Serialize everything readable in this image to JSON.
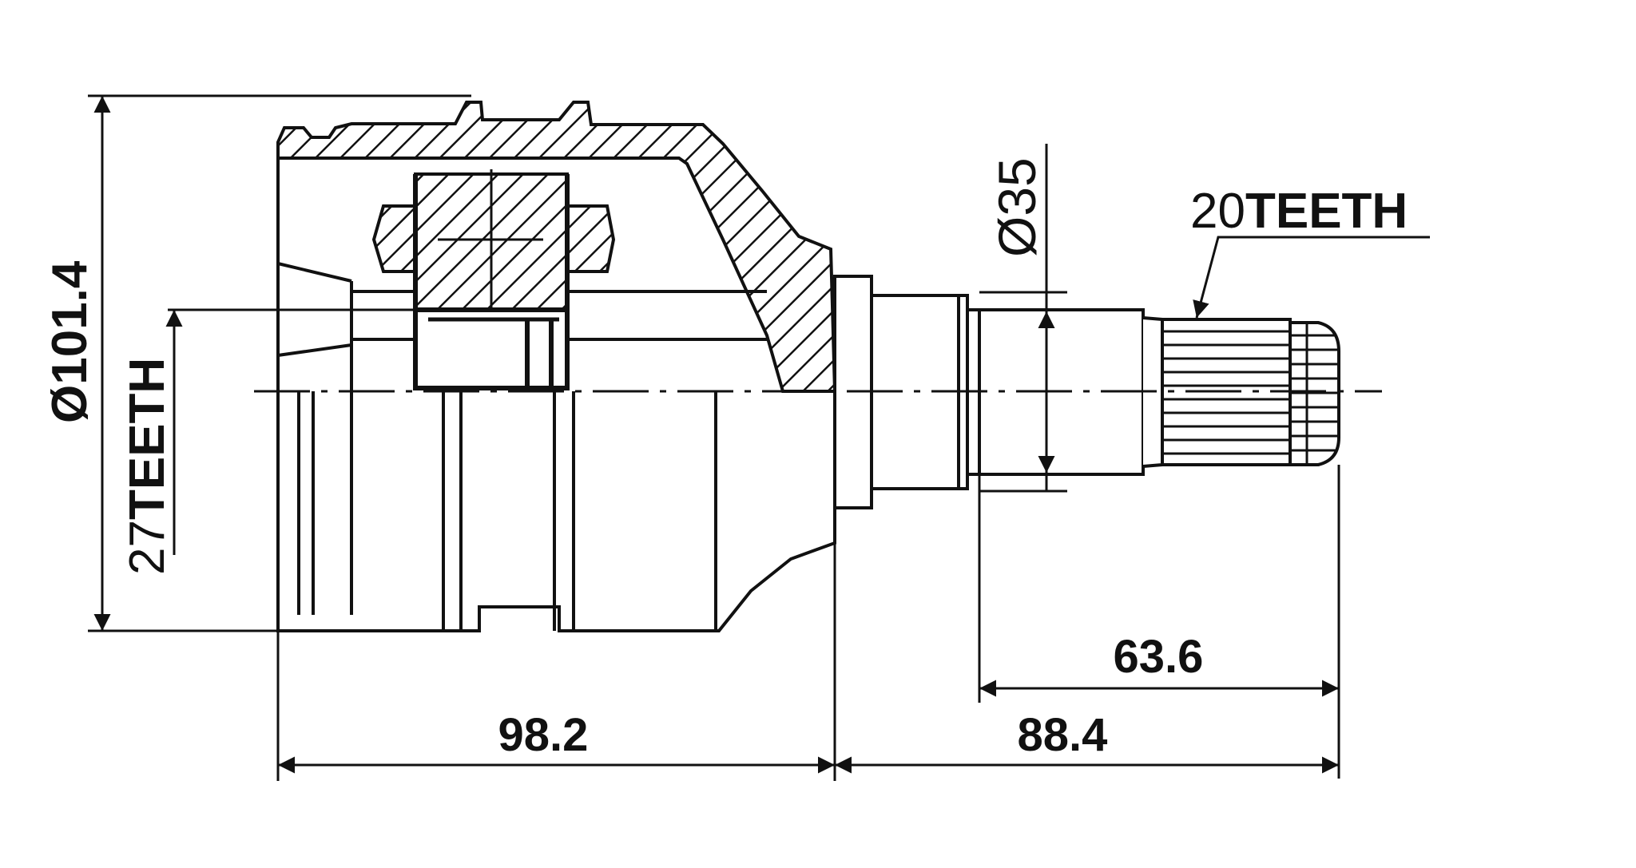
{
  "dimensions": {
    "outer_diameter": "Ø101.4",
    "inner_teeth_count": "27",
    "inner_teeth_word": "TEETH",
    "shaft_diameter": "Ø35",
    "outer_teeth_count": "20",
    "outer_teeth_word": "TEETH",
    "housing_length": "98.2",
    "stub_length": "88.4",
    "spline_length": "63.6"
  },
  "colors": {
    "ink": "#111111",
    "background": "#ffffff"
  }
}
